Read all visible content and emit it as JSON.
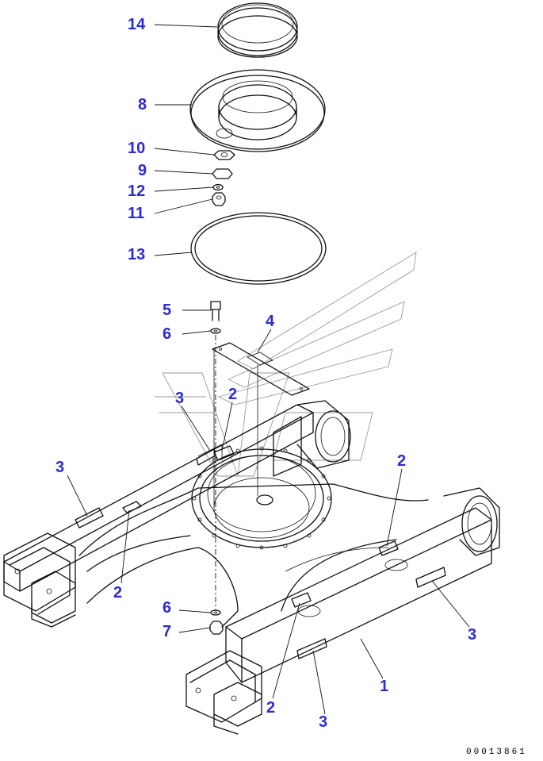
{
  "callouts": {
    "c14": "14",
    "c8": "8",
    "c10": "10",
    "c9": "9",
    "c12": "12",
    "c11": "11",
    "c13": "13",
    "c5": "5",
    "c6_top": "6",
    "c4": "4",
    "c3_center": "3",
    "c2_center": "2",
    "c3_left": "3",
    "c2_left": "2",
    "c2_right": "2",
    "c6_bottom": "6",
    "c7": "7",
    "c3_right": "3",
    "c1": "1",
    "c2_bottom": "2",
    "c3_bottom": "3"
  },
  "document_number": "00013861",
  "colors": {
    "callout": "#2b2bd6",
    "linework": "#111111",
    "watermark": "#9a9a9a",
    "background": "#ffffff"
  }
}
